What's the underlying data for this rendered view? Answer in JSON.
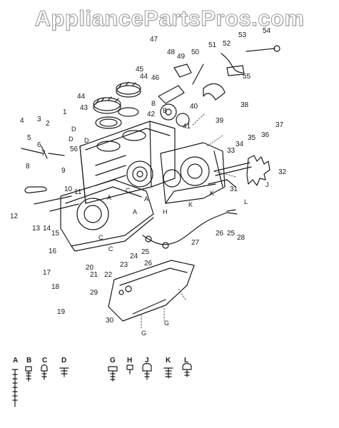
{
  "watermark": "AppliancePartsPros.com",
  "callouts": [
    "1",
    "2",
    "3",
    "4",
    "5",
    "6",
    "7",
    "8",
    "9",
    "10",
    "11",
    "12",
    "13",
    "14",
    "15",
    "16",
    "17",
    "18",
    "19",
    "20",
    "21",
    "22",
    "23",
    "24",
    "25",
    "26",
    "27",
    "28",
    "29",
    "30",
    "31",
    "32",
    "33",
    "34",
    "35",
    "36",
    "37",
    "38",
    "39",
    "40",
    "41",
    "42",
    "43",
    "44",
    "45",
    "46",
    "47",
    "48",
    "49",
    "50",
    "51",
    "52",
    "53",
    "54",
    "55",
    "56"
  ],
  "part_letters": [
    "A",
    "B",
    "C",
    "D",
    "G",
    "H",
    "J",
    "K",
    "L"
  ],
  "fastener_key": [
    "A",
    "B",
    "C",
    "D",
    "G",
    "H",
    "J",
    "K",
    "L"
  ]
}
